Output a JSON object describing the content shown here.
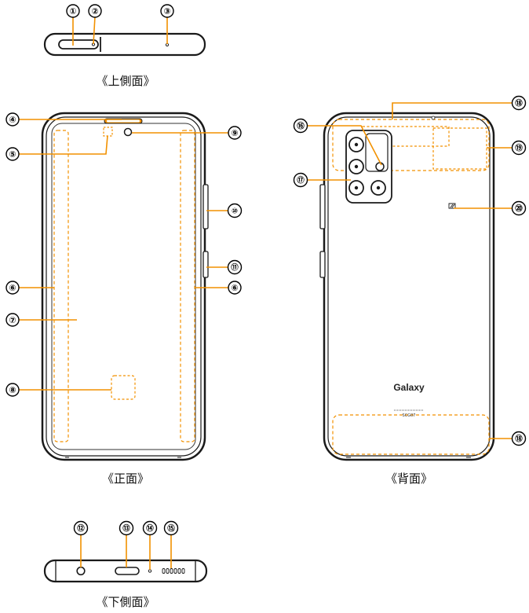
{
  "captions": {
    "top_side": "《上側面》",
    "front": "《正面》",
    "back": "《背面》",
    "bottom_side": "《下側面》"
  },
  "callouts": [
    "①",
    "②",
    "③",
    "④",
    "⑤",
    "⑥",
    "⑦",
    "⑧",
    "⑨",
    "⑩",
    "⑪",
    "⑫",
    "⑬",
    "⑭",
    "⑮",
    "⑯",
    "⑰",
    "⑱",
    "⑲",
    "⑳"
  ],
  "back_branding": {
    "brand": "Galaxy",
    "model": "SCG07"
  },
  "colors": {
    "outline": "#1a1a1a",
    "accent": "#f29100",
    "background": "#ffffff"
  }
}
